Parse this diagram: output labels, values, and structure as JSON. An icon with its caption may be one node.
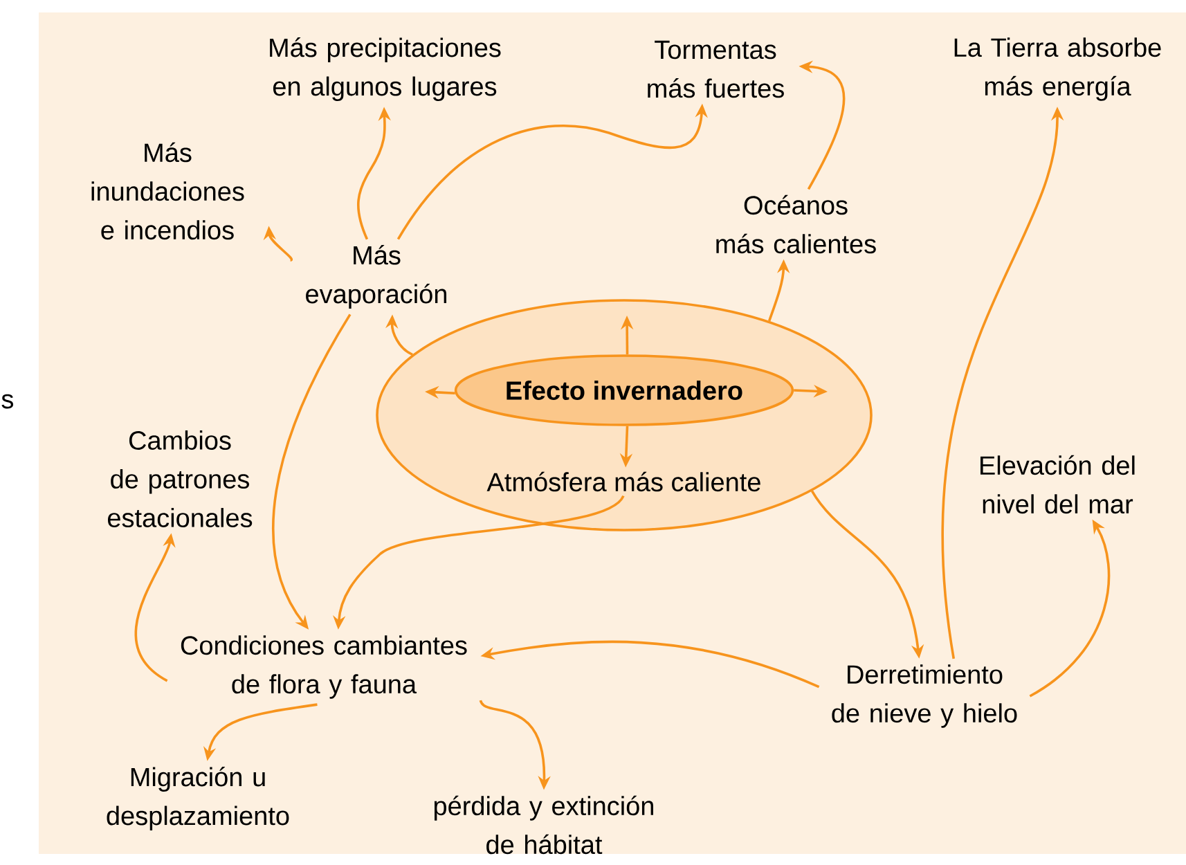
{
  "diagram": {
    "nodes": [
      {
        "text": [],
        "shape": "ellipse"
      },
      {
        "text": [
          "Efecto invernadero"
        ],
        "in": 0
      },
      {
        "text": [
          "Atmósfera más caliente"
        ],
        "in": 0
      },
      {
        "text": [
          "Más precipitaciones en algunos lugares"
        ]
      },
      {
        "text": [
          "Tormentas más fuertes"
        ]
      },
      {
        "text": [
          "La Tierra absorbe más energía"
        ]
      },
      {
        "text": [
          "Más inundaciones e incendios"
        ]
      },
      {
        "text": [
          "Más evaporación"
        ]
      },
      {
        "text": [
          "Océanos más calientes"
        ]
      },
      {
        "text": [
          "Cambios de patrones estacionales"
        ]
      },
      {
        "text": [
          "Elevación del nivel del mar"
        ]
      },
      {
        "text": [
          "Condiciones cambiantes de flora y fauna"
        ]
      },
      {
        "text": [
          "Derretimiento de nieve y hielo"
        ]
      },
      {
        "text": [
          "Migración u desplazamiento"
        ]
      },
      {
        "text": [
          "pérdida y extinción de hábitat"
        ]
      }
    ],
    "edges": [
      {
        "from": 1,
        "to": null,
        "arrow": "to"
      },
      {
        "from": 1,
        "to": null,
        "arrow": "to"
      },
      {
        "from": 1,
        "to": null,
        "arrow": "to"
      },
      {
        "from": 1,
        "to": 2,
        "arrow": "to"
      },
      {
        "from": 0,
        "to": 7,
        "arrow": "to"
      },
      {
        "from": 0,
        "to": 8,
        "arrow": "to"
      },
      {
        "from": 2,
        "to": 11,
        "arrow": "to"
      },
      {
        "from": 0,
        "to": 12,
        "arrow": "to"
      },
      {
        "from": 7,
        "to": 3,
        "arrow": "to"
      },
      {
        "from": 7,
        "to": 6,
        "arrow": "to"
      },
      {
        "from": 7,
        "to": 4,
        "arrow": "to"
      },
      {
        "from": 7,
        "to": 11,
        "arrow": "to"
      },
      {
        "from": 8,
        "to": 4,
        "arrow": "to"
      },
      {
        "from": 11,
        "to": 9,
        "arrow": "to"
      },
      {
        "from": 11,
        "to": 13,
        "arrow": "to"
      },
      {
        "from": 11,
        "to": 14,
        "arrow": "to"
      },
      {
        "from": 12,
        "to": 11,
        "arrow": "to"
      },
      {
        "from": 12,
        "to": 5,
        "arrow": "to"
      },
      {
        "from": 12,
        "to": 10,
        "arrow": "to"
      }
    ],
    "labels": [
      "s"
    ]
  }
}
